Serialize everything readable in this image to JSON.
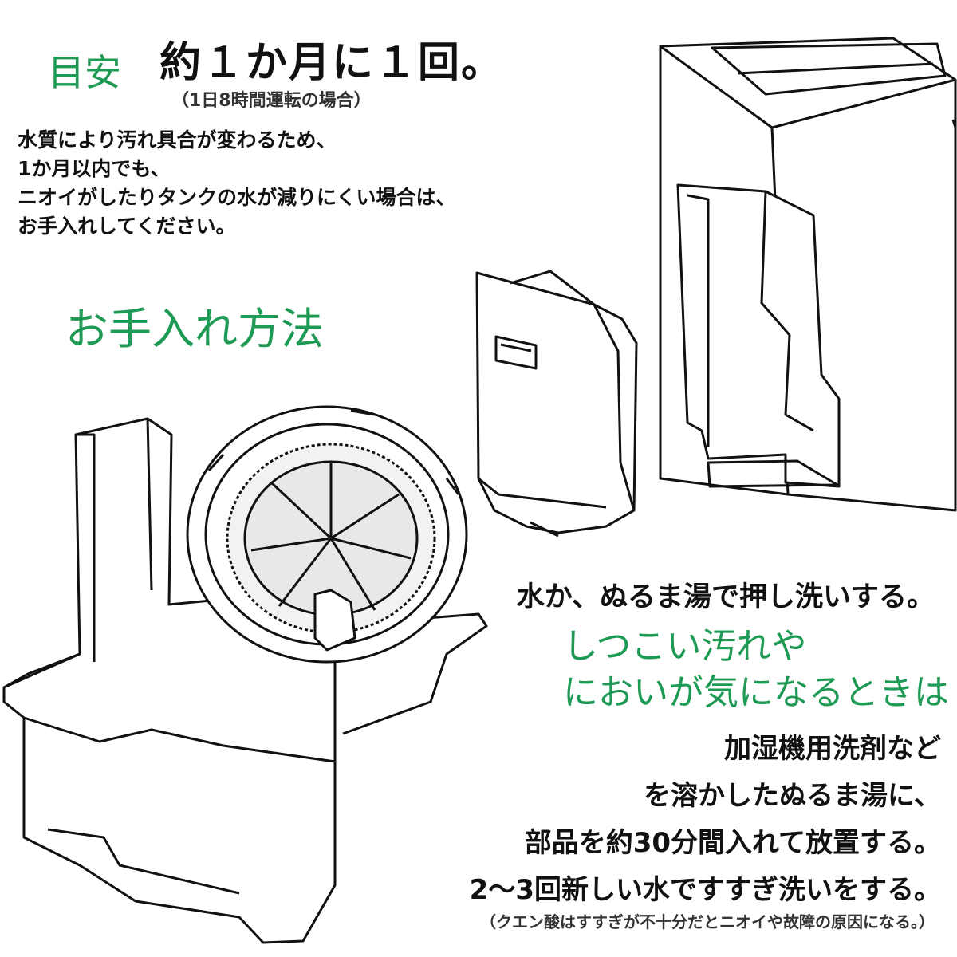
{
  "guide": {
    "label": "目安",
    "main": "約１か月に１回。",
    "note": "（1日8時間運転の場合）",
    "body": [
      "水質により汚れ具合が変わるため、",
      "1か月以内でも、",
      "ニオイがしたりタンクの水が減りにくい場合は、",
      "お手入れしてください。"
    ]
  },
  "method": {
    "title": "お手入れ方法",
    "step1": "水か、ぬるま湯で押し洗いする。",
    "tough_heading": [
      "しつこい汚れや",
      "においが気になるときは"
    ],
    "tough_steps": [
      "加湿機用洗剤など",
      "を溶かしたぬるま湯に、",
      "部品を約30分間入れて放置する。",
      "2〜3回新しい水ですすぎ洗いをする。"
    ],
    "caution": "（クエン酸はすすぎが不十分だとニオイや故障の原因になる。）"
  },
  "colors": {
    "accent_green": "#1e9a55",
    "text": "#111111"
  },
  "illustrations": [
    "humidifier-body",
    "water-tank",
    "filter-tray",
    "round-filter"
  ]
}
